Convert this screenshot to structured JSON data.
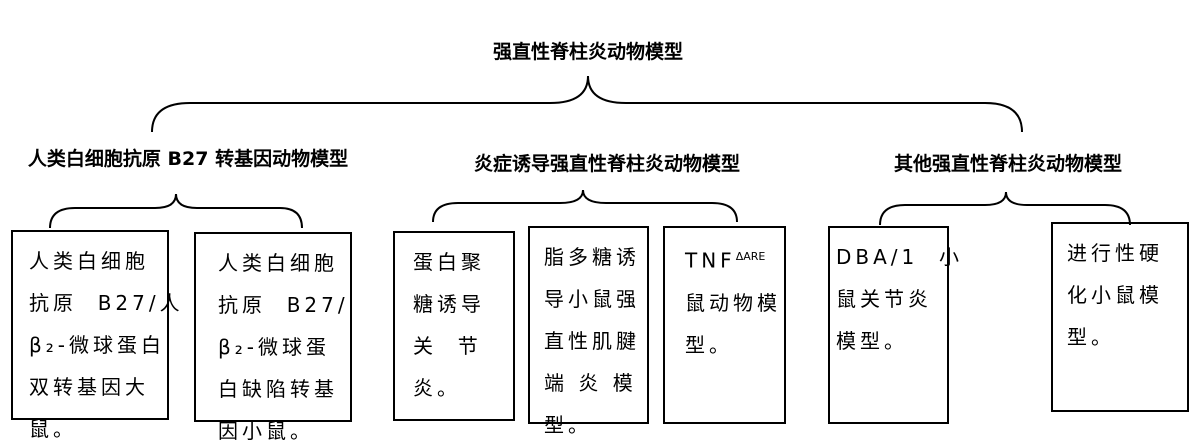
{
  "title": "强直性脊柱炎动物模型",
  "categories": [
    {
      "label": "人类白细胞抗原 B27 转基因动物模型",
      "boxes": [
        {
          "lines": [
            "人类白细胞",
            "抗原  B27/人",
            "β₂-微球蛋白",
            "双转基因大",
            "鼠。"
          ]
        },
        {
          "lines": [
            "人类白细胞",
            "抗原  B27/",
            "β₂-微球蛋",
            "白缺陷转基",
            "因小鼠。"
          ]
        }
      ]
    },
    {
      "label": "炎症诱导强直性脊柱炎动物模型",
      "boxes": [
        {
          "lines": [
            "蛋白聚",
            "糖诱导",
            "关  节",
            "炎。"
          ]
        },
        {
          "lines": [
            "脂多糖诱",
            "导小鼠强",
            "直性肌腱",
            "端 炎 模",
            "型。"
          ]
        },
        {
          "lines": [
            "TNF",
            "鼠动物模",
            "型。"
          ],
          "superscript": "ΔARE"
        }
      ]
    },
    {
      "label": "其他强直性脊柱炎动物模型",
      "boxes": [
        {
          "lines": [
            "DBA/1  小",
            "鼠关节炎",
            "模型。"
          ]
        },
        {
          "lines": [
            "进行性硬",
            "化小鼠模",
            "型。"
          ]
        }
      ]
    }
  ]
}
